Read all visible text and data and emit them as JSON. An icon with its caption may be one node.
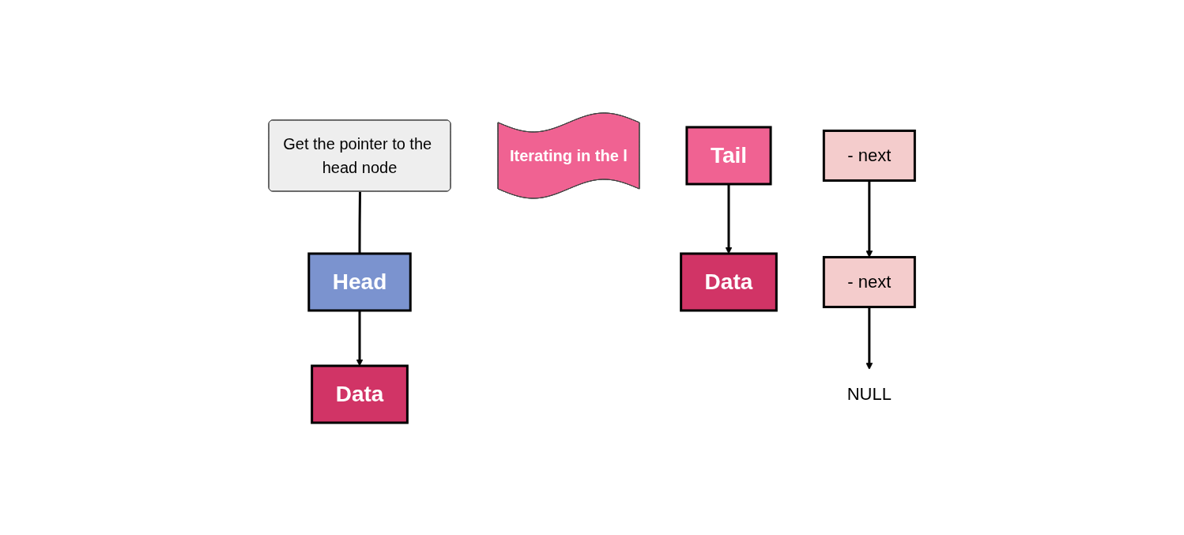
{
  "diagram": {
    "nodes": [
      {
        "text": [
          "Get the pointer to the head node"
        ]
      },
      {
        "text": [
          "Iterating in the l"
        ]
      },
      {
        "text": [
          "Head"
        ]
      },
      {
        "text": [
          "Tail"
        ]
      },
      {
        "text": [
          "Data"
        ]
      },
      {
        "text": [
          "- next"
        ]
      },
      {
        "text": [
          "Data"
        ]
      },
      {
        "text": [
          "- next"
        ]
      },
      {
        "text": [
          "NULL"
        ]
      }
    ],
    "edges": [
      {
        "from": 0,
        "to": 2,
        "arrow": "none"
      },
      {
        "from": 2,
        "to": 4,
        "arrow": "to"
      },
      {
        "from": 3,
        "to": 6,
        "arrow": "to"
      },
      {
        "from": 5,
        "to": 7,
        "arrow": "to"
      },
      {
        "from": 7,
        "to": 8,
        "arrow": "to"
      }
    ]
  }
}
